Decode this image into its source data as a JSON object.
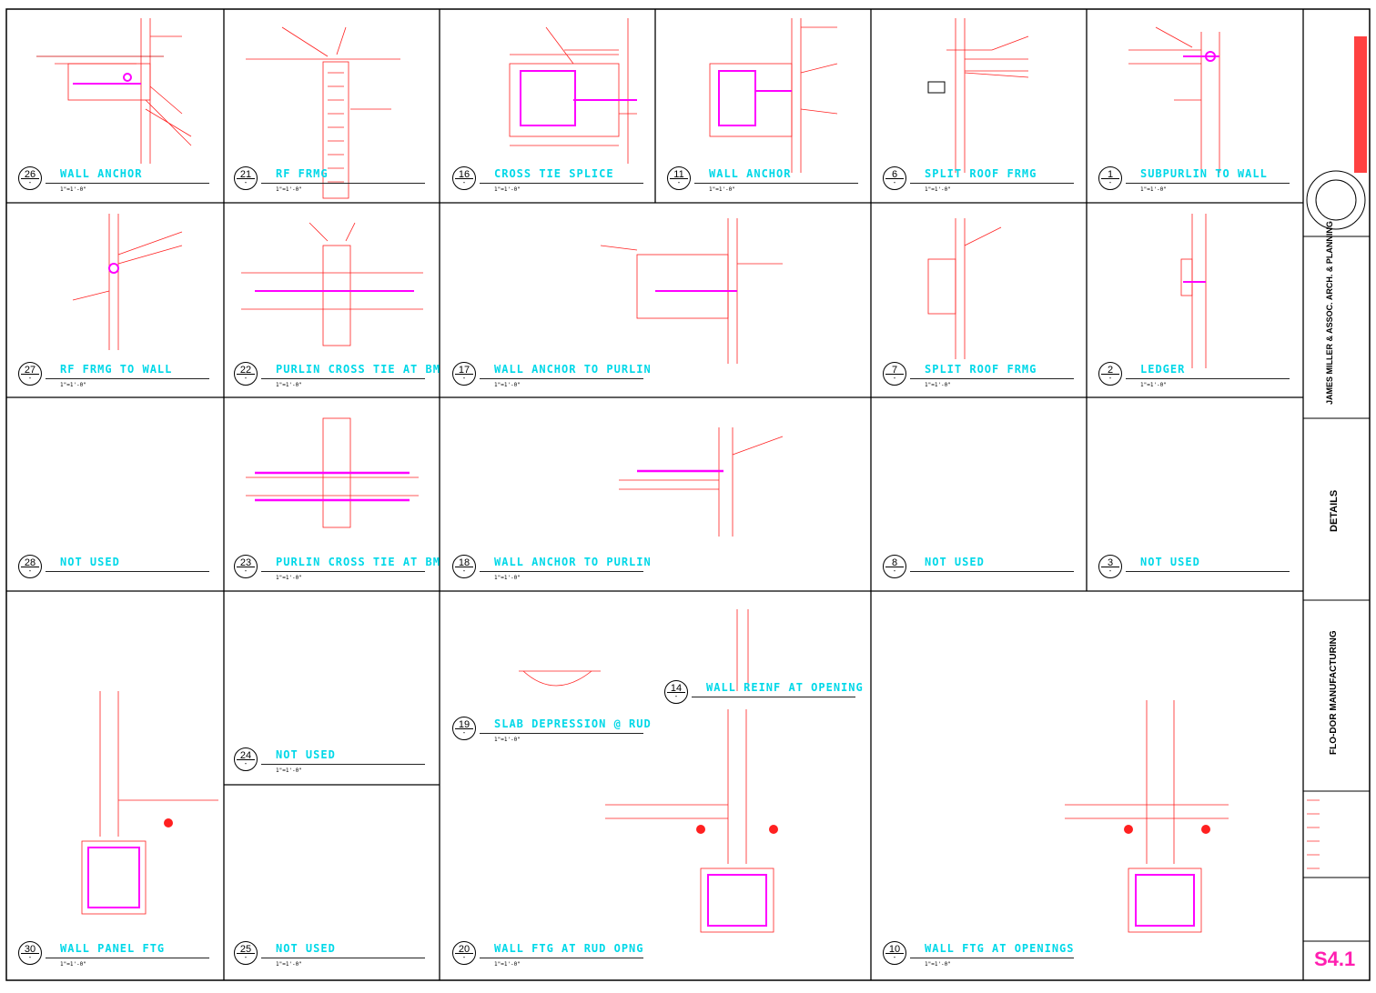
{
  "colors": {
    "title": "#00d8e8",
    "line": "#ff2020",
    "rebar": "#ff00ff",
    "frame": "#000000",
    "sheet_number": "#ff1fb0"
  },
  "details": [
    {
      "id": "d26",
      "number": "26",
      "sub": "-",
      "title": "WALL ANCHOR",
      "scale": "1\"=1'-0\""
    },
    {
      "id": "d21",
      "number": "21",
      "sub": "-",
      "title": "RF FRMG",
      "scale": "1\"=1'-0\""
    },
    {
      "id": "d16",
      "number": "16",
      "sub": "-",
      "title": "CROSS TIE SPLICE",
      "scale": "1\"=1'-0\""
    },
    {
      "id": "d11",
      "number": "11",
      "sub": "-",
      "title": "WALL ANCHOR",
      "scale": "1\"=1'-0\""
    },
    {
      "id": "d6",
      "number": "6",
      "sub": "-",
      "title": "SPLIT ROOF FRMG",
      "scale": "1\"=1'-0\""
    },
    {
      "id": "d1",
      "number": "1",
      "sub": "-",
      "title": "SUBPURLIN TO WALL",
      "scale": "1\"=1'-0\""
    },
    {
      "id": "d27",
      "number": "27",
      "sub": "-",
      "title": "RF FRMG TO WALL",
      "scale": "1\"=1'-0\""
    },
    {
      "id": "d22",
      "number": "22",
      "sub": "-",
      "title": "PURLIN CROSS TIE AT BM",
      "scale": "1\"=1'-0\""
    },
    {
      "id": "d17",
      "number": "17",
      "sub": "-",
      "title": "WALL ANCHOR TO PURLIN",
      "scale": "1\"=1'-0\""
    },
    {
      "id": "d7",
      "number": "7",
      "sub": "-",
      "title": "SPLIT ROOF FRMG",
      "scale": "1\"=1'-0\""
    },
    {
      "id": "d2",
      "number": "2",
      "sub": "-",
      "title": "LEDGER",
      "scale": "1\"=1'-0\""
    },
    {
      "id": "d28",
      "number": "28",
      "sub": "-",
      "title": "NOT USED",
      "scale": ""
    },
    {
      "id": "d23",
      "number": "23",
      "sub": "-",
      "title": "PURLIN CROSS TIE AT BM",
      "scale": "1\"=1'-0\""
    },
    {
      "id": "d18",
      "number": "18",
      "sub": "-",
      "title": "WALL ANCHOR TO PURLIN",
      "scale": "1\"=1'-0\""
    },
    {
      "id": "d8",
      "number": "8",
      "sub": "-",
      "title": "NOT USED",
      "scale": ""
    },
    {
      "id": "d3",
      "number": "3",
      "sub": "-",
      "title": "NOT USED",
      "scale": ""
    },
    {
      "id": "d30",
      "number": "30",
      "sub": "-",
      "title": "WALL PANEL FTG",
      "scale": "1\"=1'-0\""
    },
    {
      "id": "d24",
      "number": "24",
      "sub": "-",
      "title": "NOT USED",
      "scale": "1\"=1'-0\""
    },
    {
      "id": "d19",
      "number": "19",
      "sub": "-",
      "title": "SLAB DEPRESSION @ RUD",
      "scale": "1\"=1'-0\""
    },
    {
      "id": "d14",
      "number": "14",
      "sub": "-",
      "title": "WALL REINF AT OPENING",
      "scale": ""
    },
    {
      "id": "d25",
      "number": "25",
      "sub": "-",
      "title": "NOT USED",
      "scale": "1\"=1'-0\""
    },
    {
      "id": "d20",
      "number": "20",
      "sub": "-",
      "title": "WALL FTG  AT RUD OPNG",
      "scale": "1\"=1'-0\""
    },
    {
      "id": "d10",
      "number": "10",
      "sub": "-",
      "title": "WALL FTG  AT OPENINGS",
      "scale": "1\"=1'-0\""
    }
  ],
  "title_block": {
    "architect": "JAMES MILLER & ASSOC. ARCH. & PLANNING",
    "sheet_title": "DETAILS",
    "project": "FLO-DOR MANUFACTURING",
    "sheet_number": "S4.1"
  }
}
